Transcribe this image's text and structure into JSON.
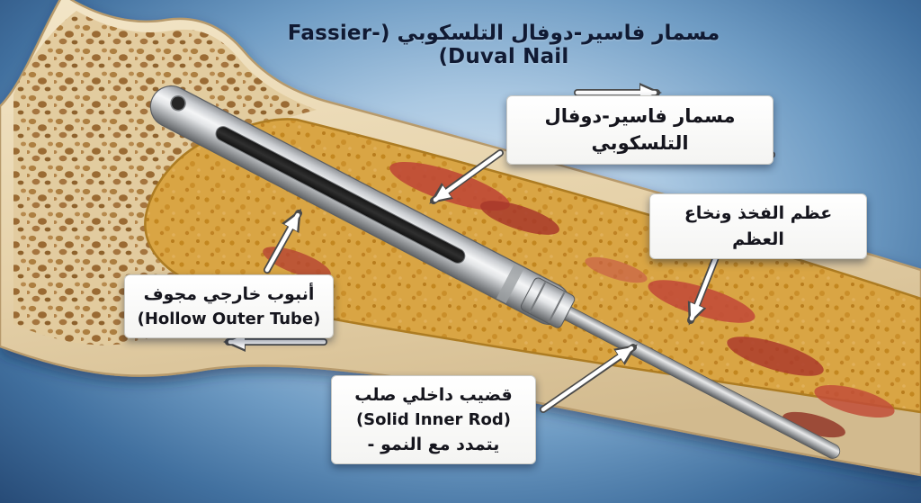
{
  "title": "مسمار فاسير-دوفال التلسكوبي (Fassier-Duval Nail)",
  "callouts": {
    "nail": {
      "text": "مسمار فاسير-دوفال التلسكوبي"
    },
    "bone": {
      "text": "عظم الفخذ ونخاع العظم"
    },
    "tube": {
      "text_ar": "أنبوب خارجي مجوف",
      "text_en": "(Hollow Outer Tube)"
    },
    "rod": {
      "text_ar": "قضيب داخلي صلب",
      "text_en": "(Solid Inner Rod)",
      "note": "- يتمدد مع النمو"
    }
  },
  "icons": [
    "nail-pointer-arrow",
    "telescope-right-arrow",
    "telescope-left-arrow",
    "marrow-pointer-arrow",
    "tube-pointer-arrow",
    "tube-extend-left-arrow",
    "rod-pointer-arrow"
  ],
  "colors": {
    "background_center": "#d8e6f2",
    "background_edge": "#274b77",
    "cortical_bone": "#ecd9b4",
    "spongy_bone": "#b5874a",
    "marrow_yellow": "#d9a544",
    "marrow_red": "#bf4936",
    "nail_metal": "#d7d9db",
    "callout_bg": "#ffffff",
    "text_dark": "#15151d",
    "title_dark": "#101a33"
  }
}
